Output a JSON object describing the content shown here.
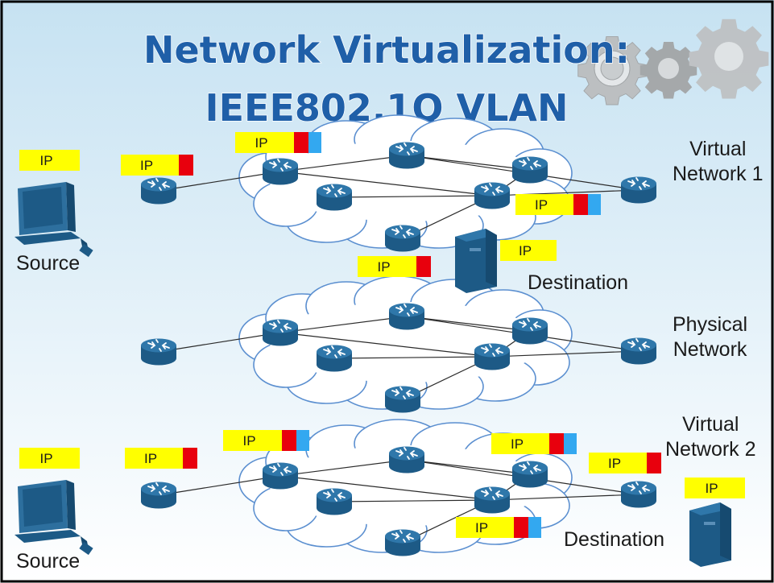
{
  "title": {
    "line1": "Network Virtualization:",
    "line2": "IEEE802.1Q VLAN"
  },
  "labels": {
    "virtual_network_1": [
      "Virtual",
      "Network 1"
    ],
    "physical_network": [
      "Physical",
      "Network"
    ],
    "virtual_network_2": [
      "Virtual",
      "Network 2"
    ],
    "source": "Source",
    "destination": "Destination"
  },
  "packet_text": "IP",
  "colors": {
    "title": "#1f5fa8",
    "router": "#1f5f8b",
    "cloud_outline": "#5b8fd0",
    "ip_header": "#ffff00",
    "vlan_tag": "#e8000d",
    "ethernet_tag": "#33a8f0",
    "device": "#1f5f8b"
  },
  "icons": {
    "router": "router-icon",
    "computer": "computer-icon",
    "server": "server-icon",
    "gear": "gear-icon",
    "cloud": "cloud-icon"
  }
}
